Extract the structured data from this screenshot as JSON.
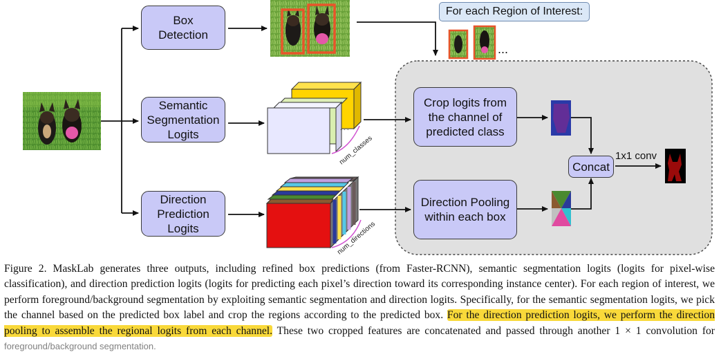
{
  "figure": {
    "boxes": {
      "box_detection": "Box\nDetection",
      "semantic_logits": "Semantic\nSegmentation\nLogits",
      "direction_logits": "Direction\nPrediction\nLogits",
      "crop_logits": "Crop logits from\nthe channel of\npredicted class",
      "direction_pooling": "Direction Pooling\nwithin each box",
      "concat": "Concat"
    },
    "roi_banner": "For each Region of Interest:",
    "ellipsis": "...",
    "conv_label": "1x1 conv",
    "num_classes_label": "num_classes",
    "num_directions_label": "num_directions",
    "colors": {
      "box_fill": "#c9c9f7",
      "roi_region": "#e0e0e0",
      "semantic_front": "#e8e8ff",
      "semantic_back": "#ffd400",
      "direction_front": "#e41010",
      "highlight": "#f9d93a"
    }
  },
  "caption": {
    "prefix": "Figure 2. MaskLab generates three outputs, including refined box predictions (from Faster-RCNN), semantic segmentation logits (logits for pixel-wise classification), and direction prediction logits (logits for predicting each pixel’s direction toward its corresponding instance center). For each region of interest, we perform foreground/background segmentation by exploiting semantic segmentation and direction logits. Specifically, for the semantic segmentation logits, we pick the channel based on the predicted box label and crop the regions according to the predicted box.",
    "highlight": "For the direction prediction logits, we perform the direction pooling to assemble the regional logits from each channel.",
    "suffix_start": "These two cropped features are concatenated and passed through another 1 × 1 convolution for",
    "watermark": "foreground/background segmentation."
  }
}
